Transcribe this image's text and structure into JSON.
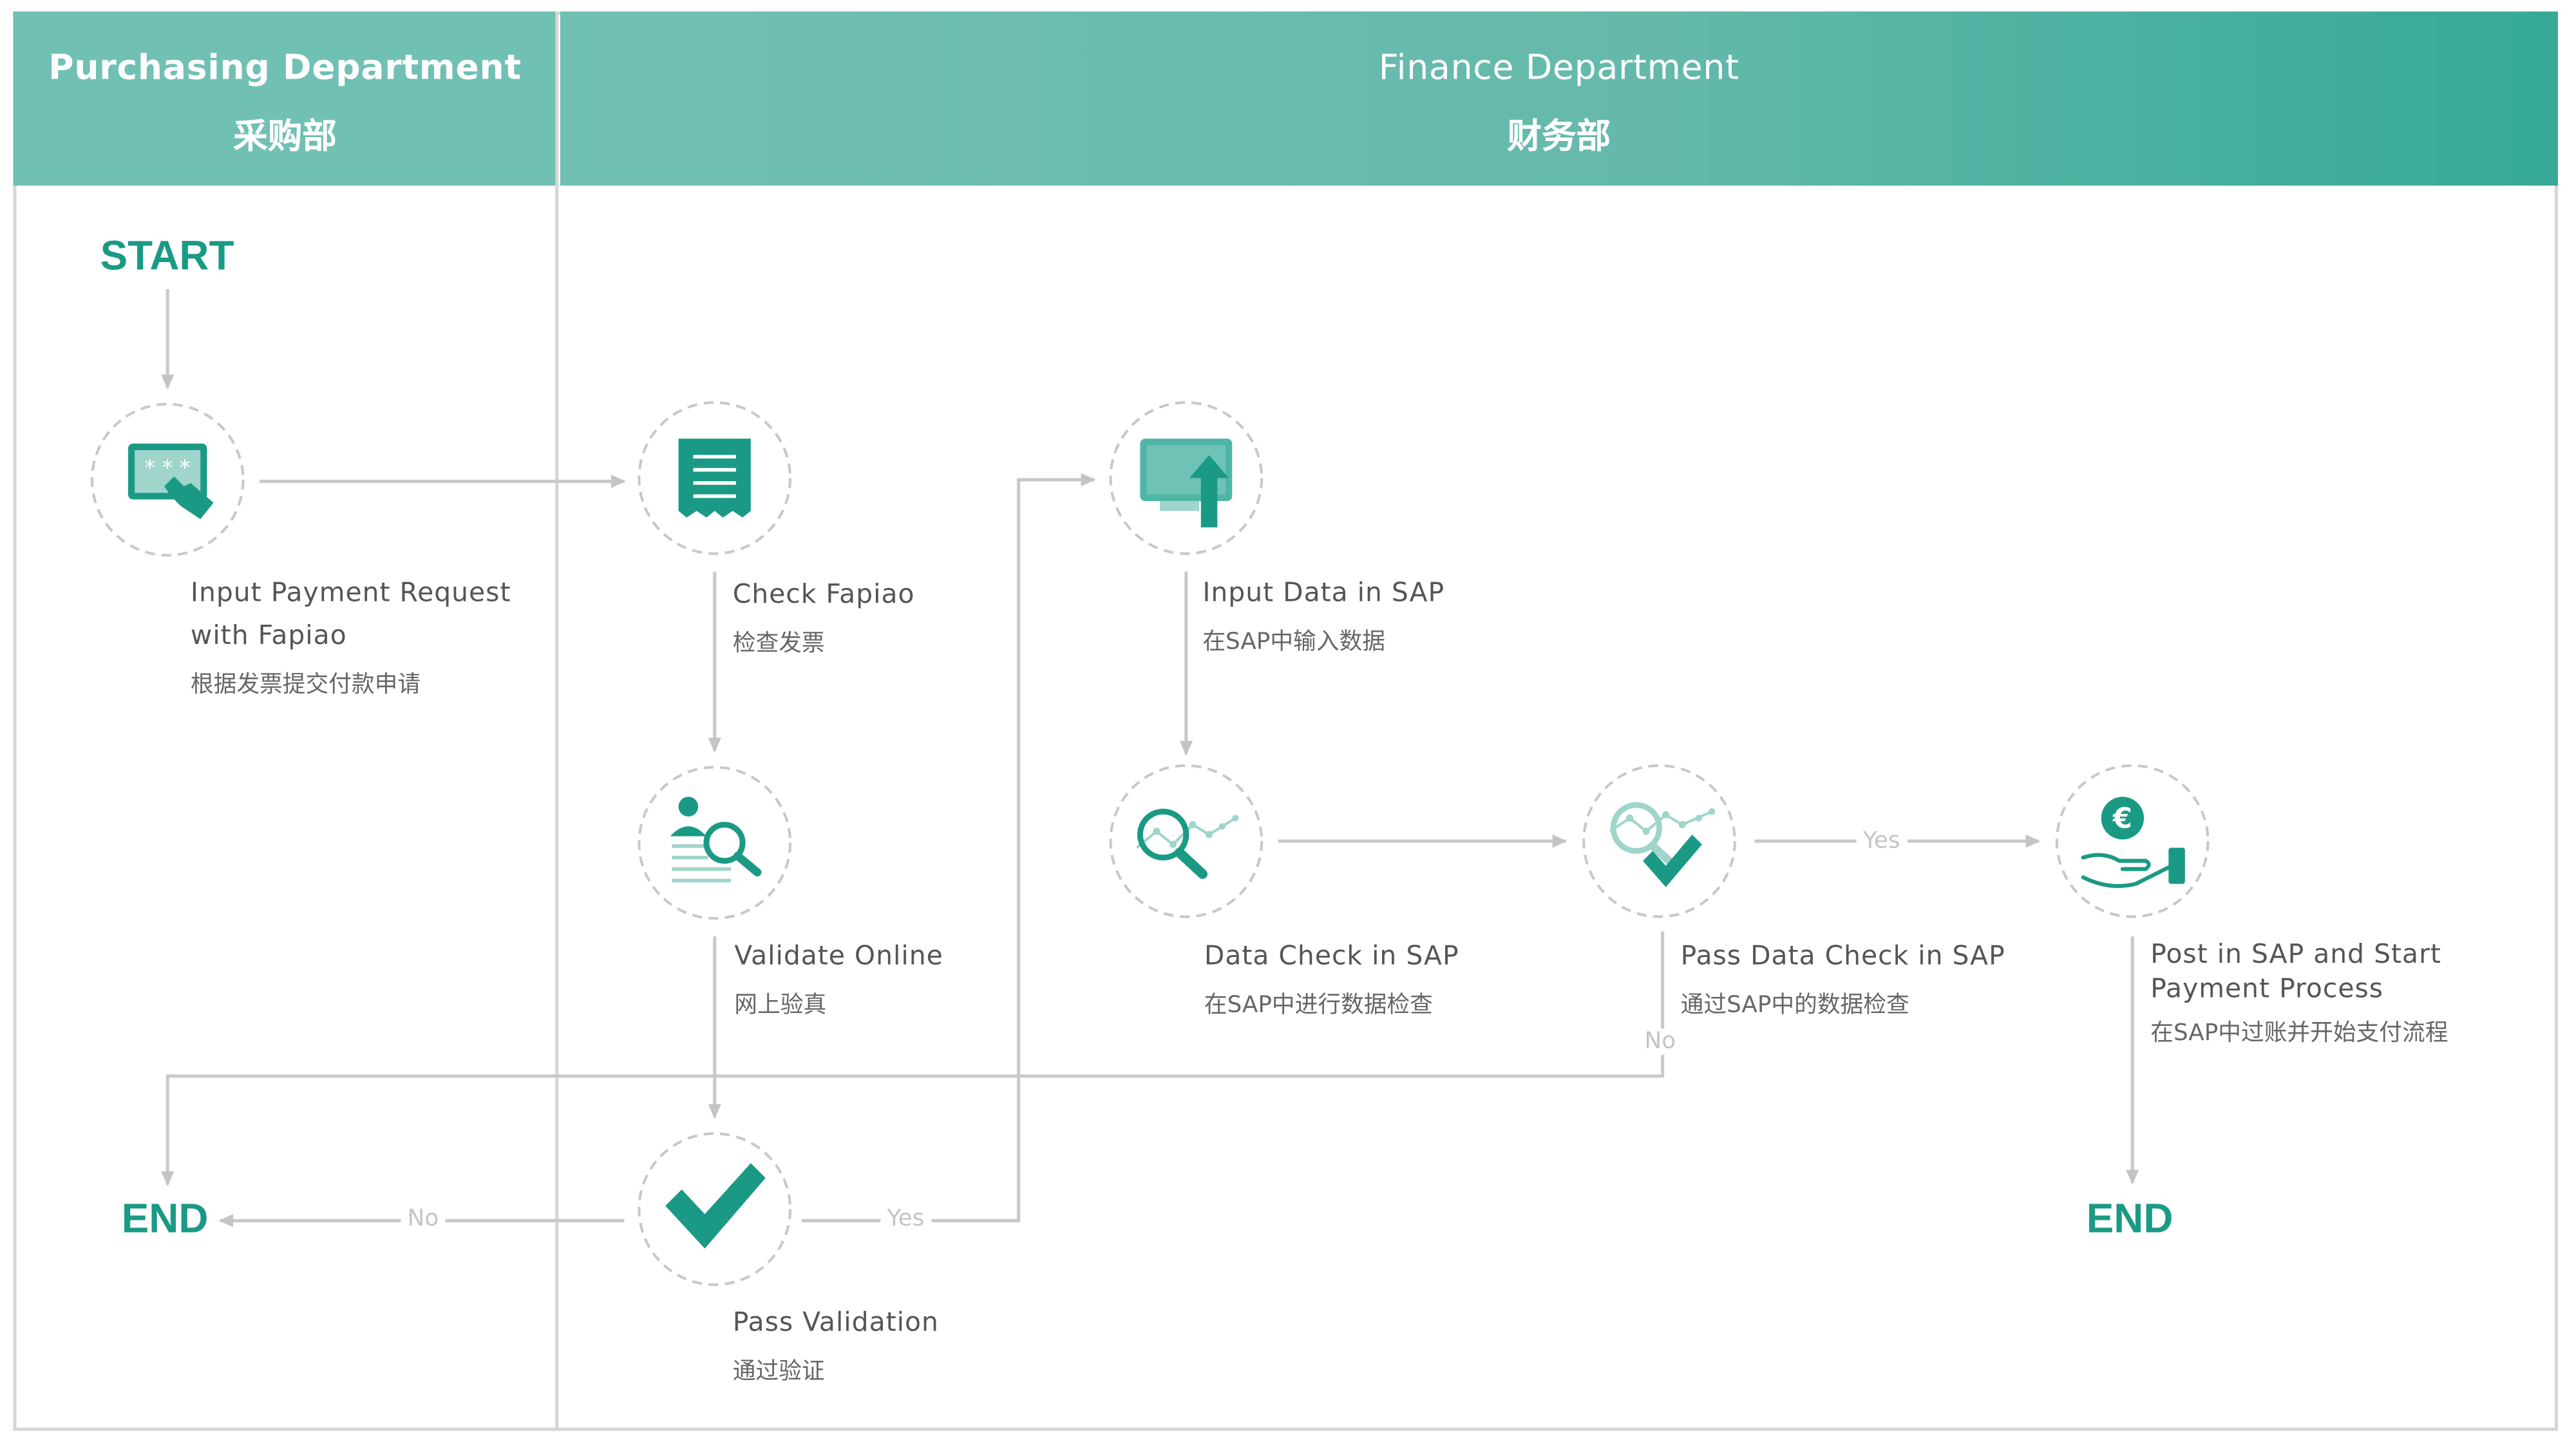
{
  "lanes": {
    "purchasing": {
      "title": "Purchasing Department",
      "title_zh": "采购部"
    },
    "finance": {
      "title": "Finance Department",
      "title_zh": "财务部"
    }
  },
  "terminals": {
    "start": "START",
    "end_left": "END",
    "end_right": "END"
  },
  "steps": {
    "input_payment": {
      "title": "Input Payment Request with Fapiao",
      "title_zh": "根据发票提交付款申请",
      "icon": "password-entry-icon"
    },
    "check_fapiao": {
      "title": "Check Fapiao",
      "title_zh": "检查发票",
      "icon": "receipt-icon"
    },
    "validate_online": {
      "title": "Validate Online",
      "title_zh": "网上验真",
      "icon": "person-search-icon"
    },
    "pass_validation": {
      "title": "Pass Validation",
      "title_zh": "通过验证",
      "icon": "checkmark-icon"
    },
    "input_sap": {
      "title": "Input Data in SAP",
      "title_zh": "在SAP中输入数据",
      "icon": "monitor-upload-icon"
    },
    "data_check": {
      "title": "Data Check in SAP",
      "title_zh": "在SAP中进行数据检查",
      "icon": "chart-search-icon"
    },
    "pass_data_check": {
      "title": "Pass Data Check in SAP",
      "title_zh": "通过SAP中的数据检查",
      "icon": "chart-check-icon"
    },
    "post_sap": {
      "title": "Post in SAP and Start Payment Process",
      "title_zh": "在SAP中过账并开始支付流程",
      "icon": "euro-hand-icon"
    }
  },
  "edge_labels": {
    "yes": "Yes",
    "no": "No"
  },
  "colors": {
    "accent": "#1a9a85",
    "header": "#71c0b4",
    "line": "#c9c9c9",
    "circle": "#c8c8c8"
  }
}
